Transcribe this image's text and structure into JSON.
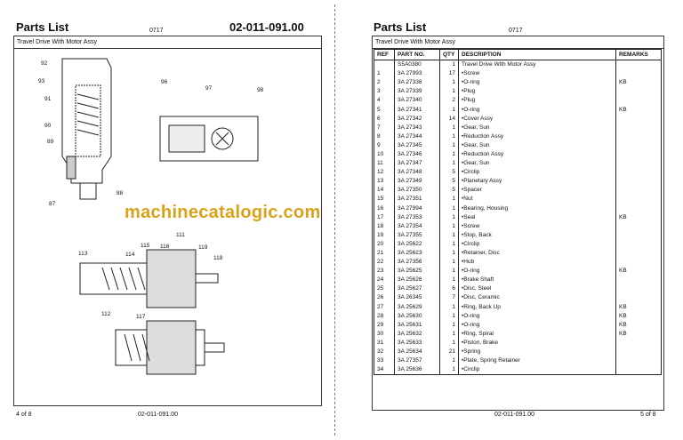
{
  "left_page": {
    "title": "Parts List",
    "code": "0717",
    "doc_no": "02-011-091.00",
    "subtitle": "Travel Drive With Motor Assy",
    "footer_page": "4 of 8",
    "footer_doc": "02-011-091.00",
    "callouts": [
      "92",
      "93",
      "91",
      "90",
      "89",
      "88",
      "87",
      "96",
      "97",
      "98",
      "111",
      "115",
      "116",
      "119",
      "113",
      "114",
      "118",
      "112",
      "117"
    ]
  },
  "right_page": {
    "title": "Parts List",
    "code": "0717",
    "subtitle": "Travel Drive With Motor Assy",
    "footer_doc": "02-011-091.00",
    "footer_page": "5 of 8",
    "columns": [
      "REF",
      "PART NO.",
      "QTY",
      "DESCRIPTION",
      "REMARKS"
    ],
    "rows": [
      [
        "",
        "S5A0380",
        "1",
        "Travel Drive With Motor Assy",
        ""
      ],
      [
        "1",
        "3A 27993",
        "17",
        "•Screw",
        ""
      ],
      [
        "2",
        "3A 27338",
        "1",
        "•O-ring",
        "KB"
      ],
      [
        "3",
        "3A 27339",
        "1",
        "•Plug",
        ""
      ],
      [
        "4",
        "3A 27340",
        "2",
        "•Plug",
        ""
      ],
      [
        "5",
        "3A 27341",
        "1",
        "•O-ring",
        "KB"
      ],
      [
        "6",
        "3A 27342",
        "14",
        "•Cover Assy",
        ""
      ],
      [
        "7",
        "3A 27343",
        "1",
        "•Gear, Sun",
        ""
      ],
      [
        "8",
        "3A 27344",
        "1",
        "•Reduction Assy",
        ""
      ],
      [
        "9",
        "3A 27345",
        "1",
        "•Gear, Sun",
        ""
      ],
      [
        "10",
        "3A 27346",
        "1",
        "•Reduction Assy",
        ""
      ],
      [
        "11",
        "3A 27347",
        "1",
        "•Gear, Sun",
        ""
      ],
      [
        "12",
        "3A 27348",
        "5",
        "•Circlip",
        ""
      ],
      [
        "13",
        "3A 27349",
        "5",
        "•Planetary Assy",
        ""
      ],
      [
        "14",
        "3A 27350",
        "5",
        "•Spacer",
        ""
      ],
      [
        "15",
        "3A 27351",
        "1",
        "•Nut",
        ""
      ],
      [
        "16",
        "3A 27994",
        "1",
        "•Bearing, Housing",
        ""
      ],
      [
        "17",
        "3A 27353",
        "1",
        "•Seal",
        "KB"
      ],
      [
        "18",
        "3A 27354",
        "1",
        "•Screw",
        ""
      ],
      [
        "19",
        "3A 27355",
        "1",
        "•Stop, Back",
        ""
      ],
      [
        "20",
        "3A 25622",
        "1",
        "•Circlip",
        ""
      ],
      [
        "21",
        "3A 25623",
        "1",
        "•Retainer, Disc",
        ""
      ],
      [
        "22",
        "3A 27356",
        "1",
        "•Hub",
        ""
      ],
      [
        "23",
        "3A 25625",
        "1",
        "•O-ring",
        "KB"
      ],
      [
        "24",
        "3A 25626",
        "1",
        "•Brake Shaft",
        ""
      ],
      [
        "25",
        "3A 25627",
        "6",
        "•Disc, Steel",
        ""
      ],
      [
        "26",
        "3A 26345",
        "7",
        "•Disc, Ceramic",
        ""
      ],
      [
        "27",
        "3A 25629",
        "1",
        "•Ring, Back Up",
        "KB"
      ],
      [
        "28",
        "3A 25630",
        "1",
        "•O-ring",
        "KB"
      ],
      [
        "29",
        "3A 25631",
        "1",
        "•O-ring",
        "KB"
      ],
      [
        "30",
        "3A 25632",
        "1",
        "•Ring, Spiral",
        "KB"
      ],
      [
        "31",
        "3A 25633",
        "1",
        "•Piston, Brake",
        ""
      ],
      [
        "32",
        "3A 25634",
        "21",
        "•Spring",
        ""
      ],
      [
        "33",
        "3A 27357",
        "1",
        "•Plate, Spring Retainer",
        ""
      ],
      [
        "34",
        "3A 25636",
        "1",
        "•Circlip",
        ""
      ]
    ]
  },
  "watermark": "machinecatalogic.com"
}
